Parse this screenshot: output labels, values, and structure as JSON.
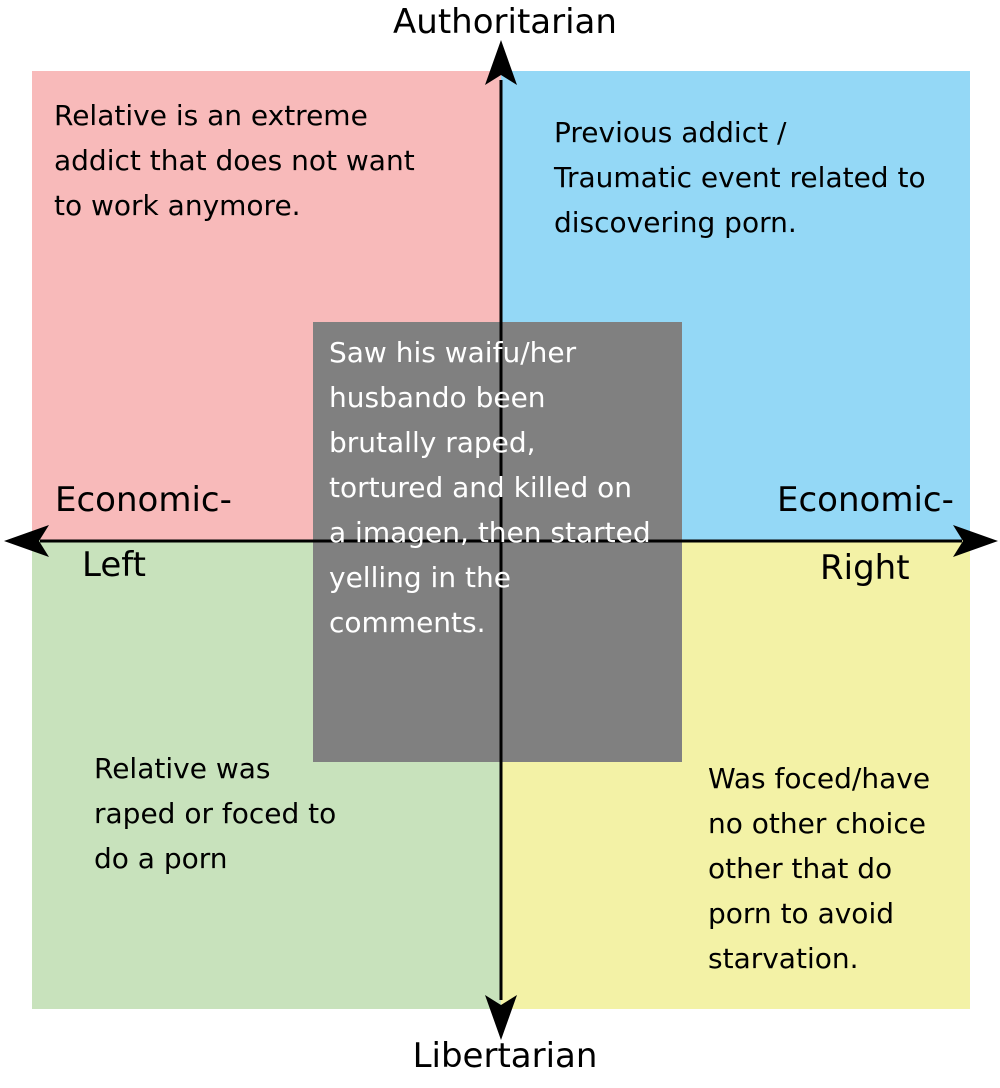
{
  "axes": {
    "top": "Authoritarian",
    "bottom": "Libertarian",
    "left_line1": "Economic-",
    "left_line2": "Left",
    "right_line1": "Economic-",
    "right_line2": "Right"
  },
  "quadrants": {
    "top_left": {
      "color": "#f8baba",
      "text": "Relative is an extreme\naddict that does not want\nto work anymore."
    },
    "top_right": {
      "color": "#94d8f6",
      "text": "Previous addict /\nTraumatic event related to\ndiscovering porn."
    },
    "bottom_left": {
      "color": "#c8e2bc",
      "text": "Relative was\nraped or foced to\ndo a porn"
    },
    "bottom_right": {
      "color": "#f3f2a6",
      "text": "Was foced/have\nno other choice\nother that do\nporn to avoid\nstarvation."
    }
  },
  "center": {
    "color": "#808080",
    "text": "Saw his waifu/her\nhusbando been\nbrutally raped,\ntortured and killed on\na imagen, then started\nyelling in the\ncomments."
  }
}
